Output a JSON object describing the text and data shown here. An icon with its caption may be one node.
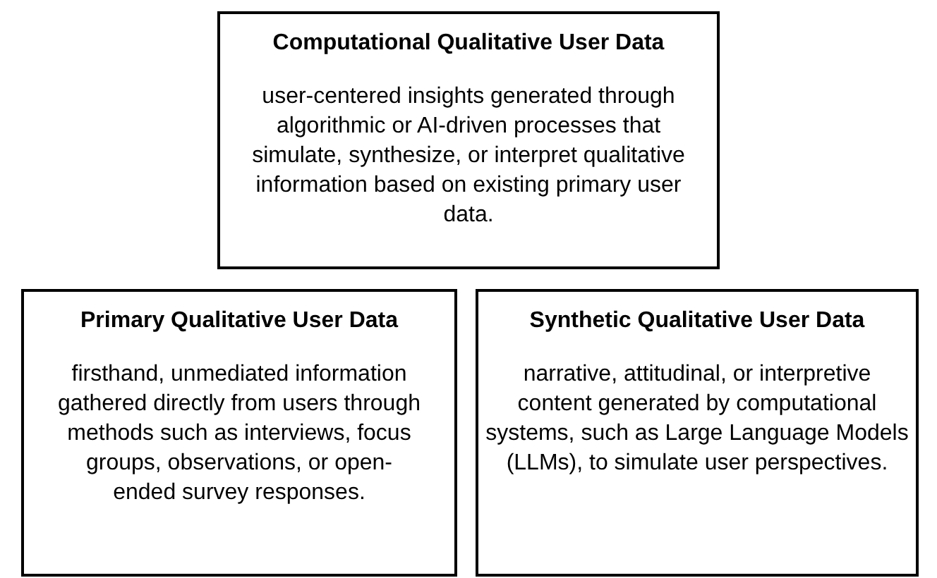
{
  "diagram": {
    "nodes": [
      {
        "text": [
          "Computational Qualitative User Data",
          "user-centered insights generated through algorithmic or AI-driven processes that simulate, synthesize, or interpret qualitative information based on existing primary user data."
        ]
      },
      {
        "text": [
          "Primary Qualitative User Data",
          "firsthand, unmediated information gathered directly from users through methods such as interviews, focus groups, observations, or open-ended survey responses."
        ]
      },
      {
        "text": [
          "Synthetic Qualitative User Data",
          "narrative, attitudinal, or interpretive content generated by computational systems, such as Large Language Models (LLMs), to simulate user perspectives."
        ]
      }
    ]
  }
}
